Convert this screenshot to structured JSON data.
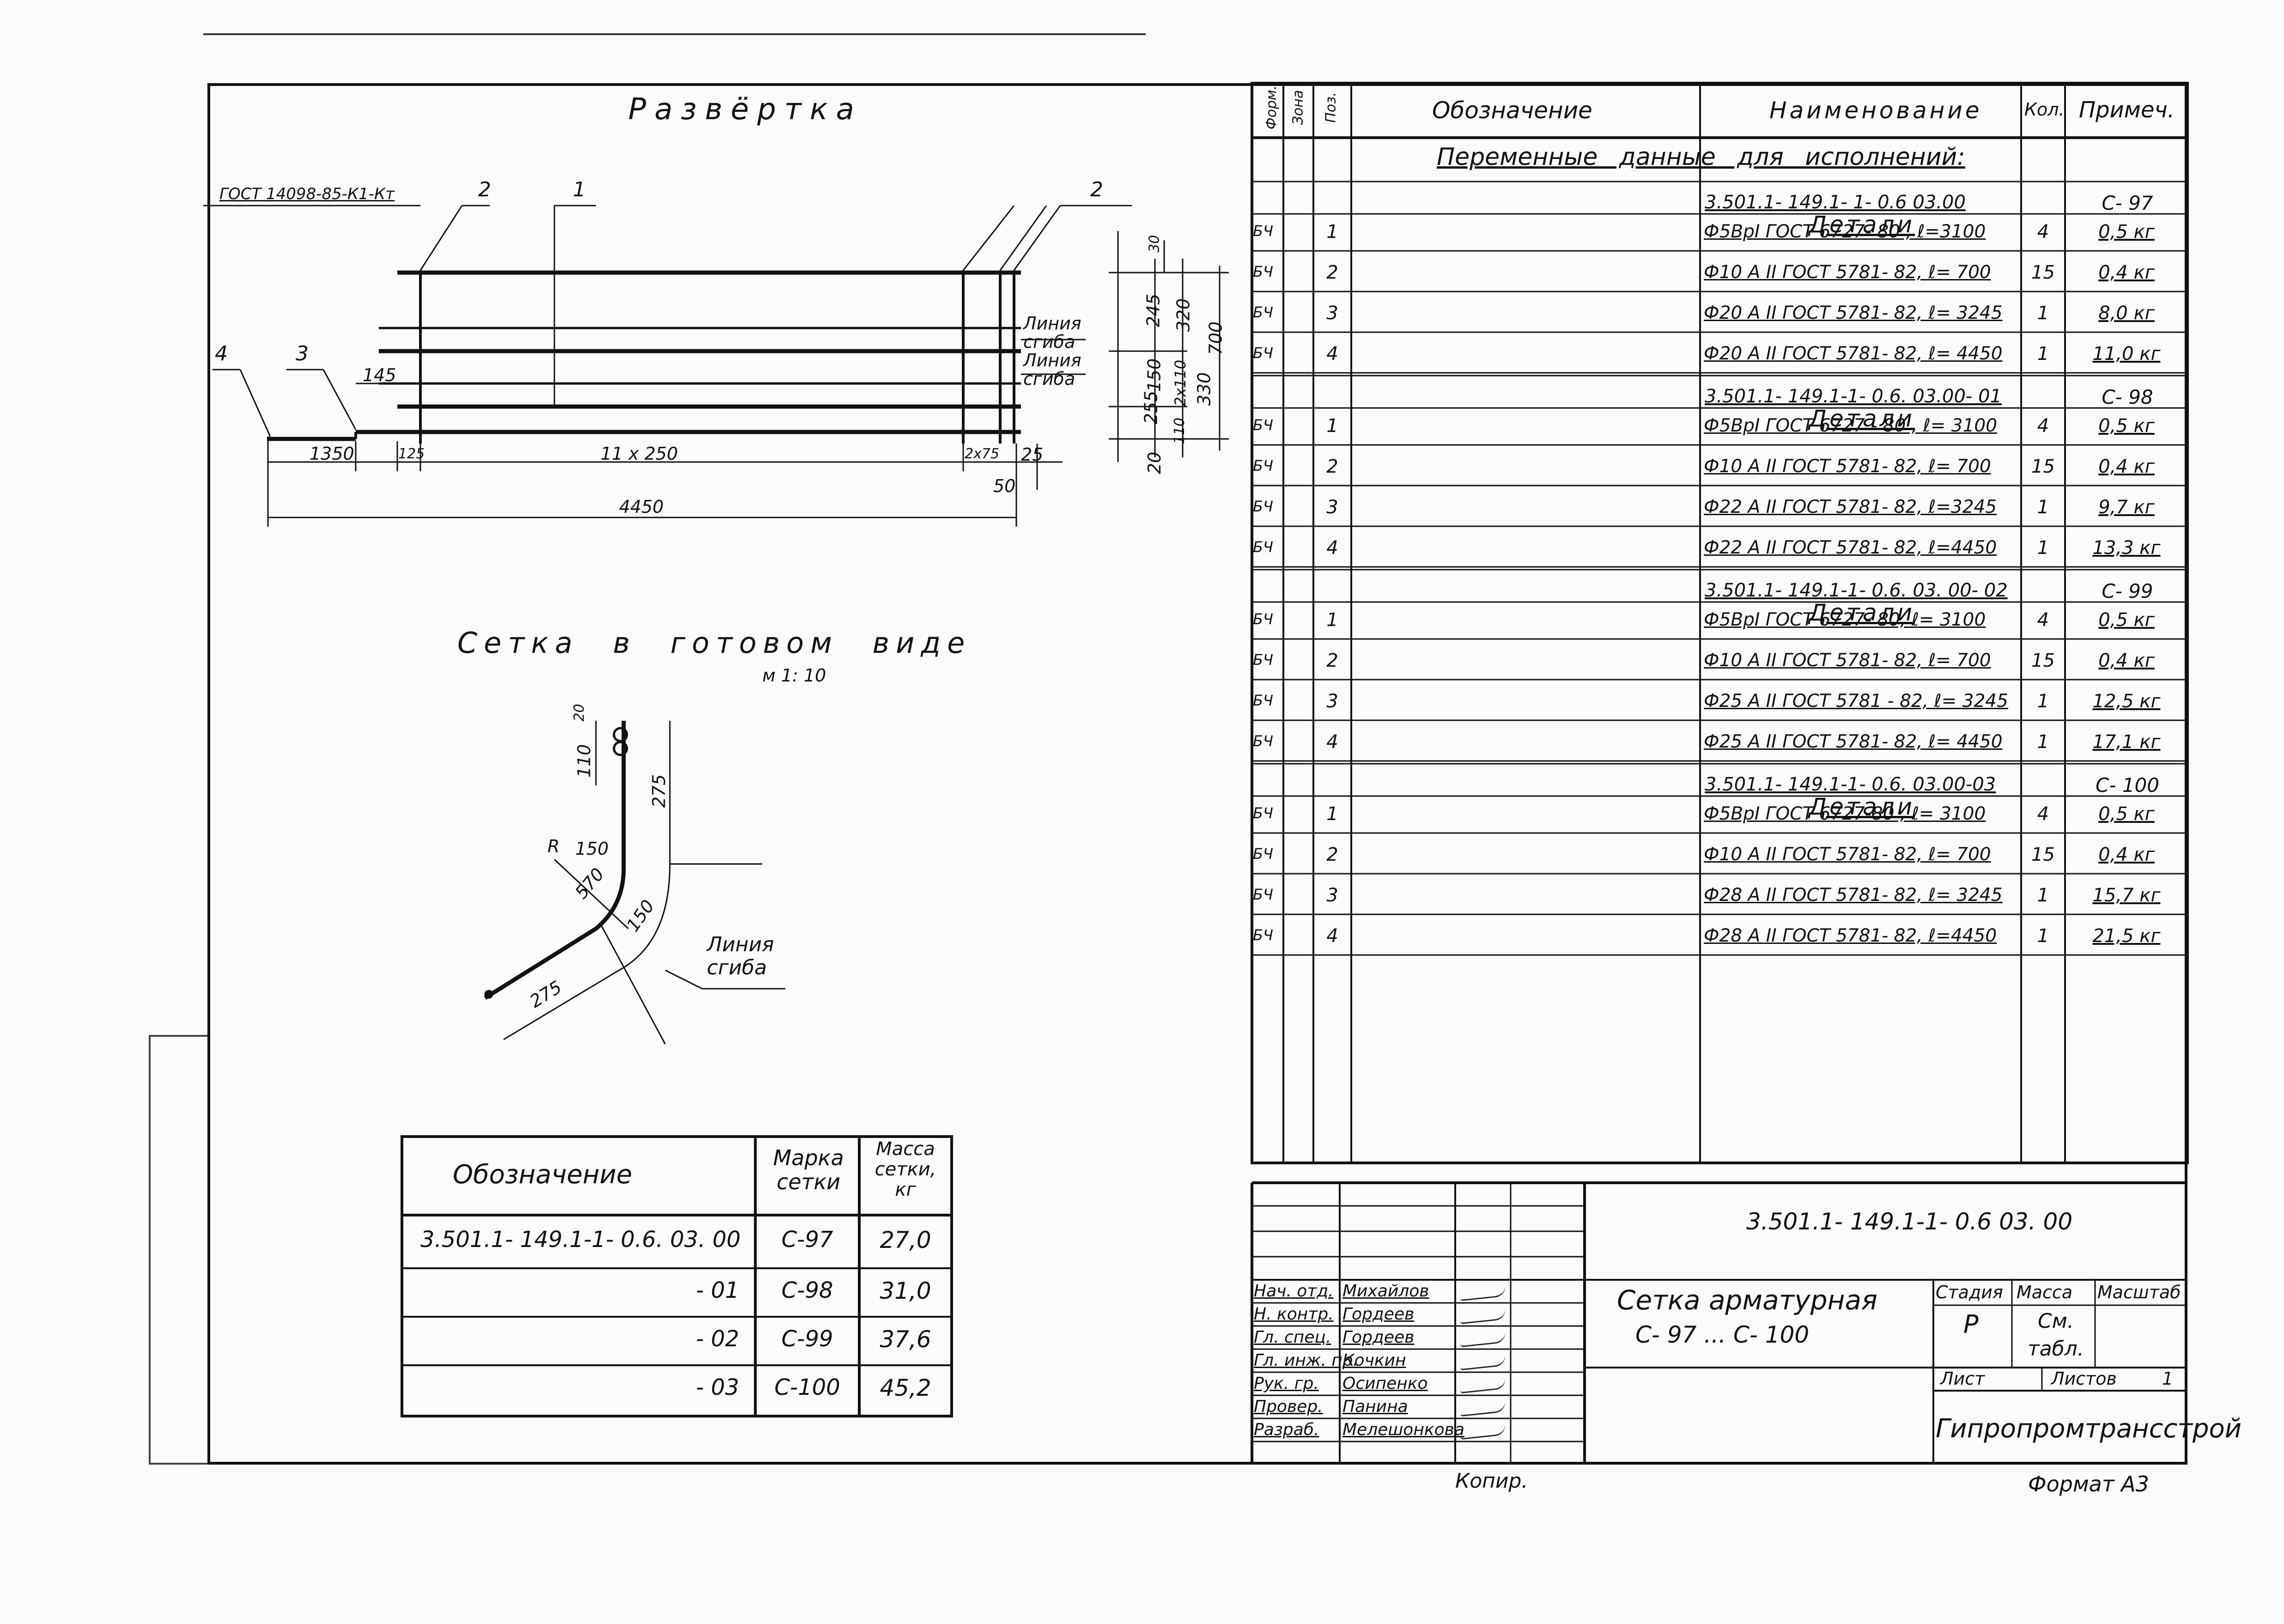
{
  "sheet": {
    "title_razvertka": "Развёртка",
    "gost_label": "ГОСТ 14098-85-К1-Кт",
    "format": "Формат А3",
    "copied": "Копир."
  },
  "razvertka": {
    "pos_labels": [
      "1",
      "2",
      "2",
      "3",
      "4"
    ],
    "bend_line_1": [
      "Линия",
      "сгиба"
    ],
    "bend_line_2": [
      "Линия",
      "сгиба"
    ],
    "dims": {
      "d145": "145",
      "d1350": "1350",
      "d125": "125",
      "d11x250": "11 х 250",
      "d2x75": "2х75",
      "d25": "25",
      "d50": "50",
      "d4450": "4450",
      "d30": "30",
      "d245": "245",
      "d150": "150",
      "d255": "255",
      "d20": "20",
      "d320": "320",
      "d2x110": "2х110",
      "d330": "330",
      "d110": "110",
      "d700": "700"
    }
  },
  "finished_mesh": {
    "title": "Сетка в готовом виде",
    "scale": "м 1: 10",
    "bend_line": [
      "Линия",
      "сгиба"
    ],
    "dims": {
      "d20": "20",
      "d110": "110",
      "d275a": "275",
      "r": "R",
      "r150": "150",
      "d570": "570",
      "d150": "150",
      "d275b": "275"
    }
  },
  "marks_table": {
    "headers": [
      "Обозначение",
      "Марка сетки",
      "Масса сетки, кг"
    ],
    "rows": [
      {
        "designation": "3.501.1- 149.1-1- 0.6. 03. 00",
        "mark": "С-97",
        "mass": "27,0"
      },
      {
        "designation": "- 01",
        "mark": "С-98",
        "mass": "31,0"
      },
      {
        "designation": "- 02",
        "mark": "С-99",
        "mass": "37,6"
      },
      {
        "designation": "- 03",
        "mark": "С-100",
        "mass": "45,2"
      }
    ]
  },
  "spec_table": {
    "headers": {
      "format": "Форм.",
      "zone": "Зона",
      "pos": "Поз.",
      "designation": "Обозначение",
      "name": "Наименование",
      "qty": "Кол.",
      "note": "Примеч."
    },
    "variable_data": "Переменные данные для исполнений:",
    "groups": [
      {
        "doc": "3.501.1- 149.1- 1- 0.6 03.00",
        "doc_note": "С- 97",
        "details": "Детали",
        "items": [
          {
            "fmt": "БЧ",
            "pos": "1",
            "name": "Ф5ВрI ГОСТ 6727- 80 , ℓ=3100",
            "qty": "4",
            "note": "0,5 кг"
          },
          {
            "fmt": "БЧ",
            "pos": "2",
            "name": "Ф10 А II ГОСТ 5781- 82, ℓ= 700",
            "qty": "15",
            "note": "0,4 кг"
          },
          {
            "fmt": "БЧ",
            "pos": "3",
            "name": "Ф20 А II ГОСТ 5781- 82, ℓ= 3245",
            "qty": "1",
            "note": "8,0 кг"
          },
          {
            "fmt": "БЧ",
            "pos": "4",
            "name": "Ф20 А II ГОСТ 5781- 82, ℓ= 4450",
            "qty": "1",
            "note": "11,0 кг"
          }
        ]
      },
      {
        "doc": "3.501.1- 149.1-1- 0.6. 03.00- 01",
        "doc_note": "С- 98",
        "details": "Детали",
        "items": [
          {
            "fmt": "БЧ",
            "pos": "1",
            "name": "Ф5ВрI ГОСТ 6727 - 80 , ℓ= 3100",
            "qty": "4",
            "note": "0,5 кг"
          },
          {
            "fmt": "БЧ",
            "pos": "2",
            "name": "Ф10 А II ГОСТ 5781- 82, ℓ= 700",
            "qty": "15",
            "note": "0,4 кг"
          },
          {
            "fmt": "БЧ",
            "pos": "3",
            "name": "Ф22 А II ГОСТ 5781- 82, ℓ=3245",
            "qty": "1",
            "note": "9,7 кг"
          },
          {
            "fmt": "БЧ",
            "pos": "4",
            "name": "Ф22 А II ГОСТ 5781- 82, ℓ=4450",
            "qty": "1",
            "note": "13,3 кг"
          }
        ]
      },
      {
        "doc": "3.501.1- 149.1-1- 0.6. 03. 00- 02",
        "doc_note": "С- 99",
        "details": "Детали",
        "items": [
          {
            "fmt": "БЧ",
            "pos": "1",
            "name": "Ф5ВрI ГОСТ 6727- 80, ℓ= 3100",
            "qty": "4",
            "note": "0,5 кг"
          },
          {
            "fmt": "БЧ",
            "pos": "2",
            "name": "Ф10 А II ГОСТ 5781- 82, ℓ= 700",
            "qty": "15",
            "note": "0,4 кг"
          },
          {
            "fmt": "БЧ",
            "pos": "3",
            "name": "Ф25 А II ГОСТ 5781 - 82, ℓ= 3245",
            "qty": "1",
            "note": "12,5 кг"
          },
          {
            "fmt": "БЧ",
            "pos": "4",
            "name": "Ф25 А II ГОСТ 5781- 82, ℓ= 4450",
            "qty": "1",
            "note": "17,1 кг"
          }
        ]
      },
      {
        "doc": "3.501.1- 149.1-1- 0.6. 03.00-03",
        "doc_note": "С- 100",
        "details": "Детали",
        "items": [
          {
            "fmt": "БЧ",
            "pos": "1",
            "name": "Ф5ВрI ГОСТ 6727-80 , ℓ= 3100",
            "qty": "4",
            "note": "0,5 кг"
          },
          {
            "fmt": "БЧ",
            "pos": "2",
            "name": "Ф10 А II ГОСТ 5781- 82, ℓ= 700",
            "qty": "15",
            "note": "0,4 кг"
          },
          {
            "fmt": "БЧ",
            "pos": "3",
            "name": "Ф28 А II ГОСТ 5781- 82, ℓ= 3245",
            "qty": "1",
            "note": "15,7 кг"
          },
          {
            "fmt": "БЧ",
            "pos": "4",
            "name": "Ф28 А II ГОСТ 5781- 82, ℓ=4450",
            "qty": "1",
            "note": "21,5 кг"
          }
        ]
      }
    ]
  },
  "title_block": {
    "doc_number": "3.501.1- 149.1-1- 0.6 03. 00",
    "title_line1": "Сетка арматурная",
    "title_line2": "С- 97 ... С- 100",
    "stage_label": "Стадия",
    "mass_label": "Масса",
    "scale_label": "Масштаб",
    "stage_value": "Р",
    "mass_value": "См. табл.",
    "sheet_label": "Лист",
    "sheets_label": "Листов",
    "sheets_value": "1",
    "organization": "Гипропромтрансстрой",
    "people": [
      {
        "role": "Нач. отд.",
        "name": "Михайлов"
      },
      {
        "role": "Н. контр.",
        "name": "Гордеев"
      },
      {
        "role": "Гл. спец.",
        "name": "Гордеев"
      },
      {
        "role": "Гл. инж. пр.",
        "name": "Кочкин"
      },
      {
        "role": "Рук. гр.",
        "name": "Осипенко"
      },
      {
        "role": "Провер.",
        "name": "Панина"
      },
      {
        "role": "Разраб.",
        "name": "Мелешонкова"
      }
    ]
  }
}
